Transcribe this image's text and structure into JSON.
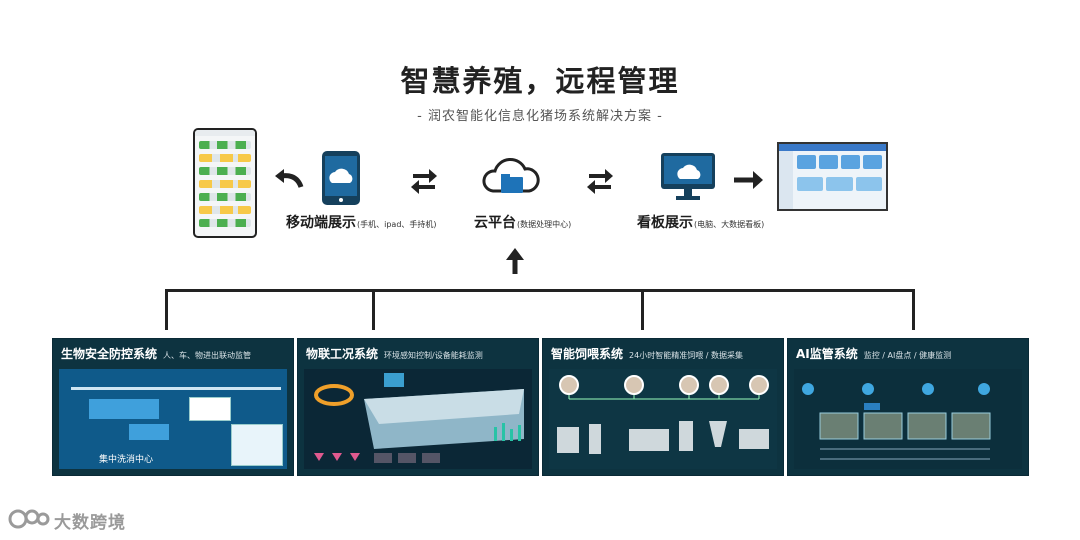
{
  "header": {
    "title": "智慧养殖，远程管理",
    "subtitle": "- 润农智能化信息化猪场系统解决方案 -"
  },
  "devices": [
    {
      "label": "移动端展示",
      "note": "(手机、ipad、手持机)",
      "icon": "smartphone-cloud-icon"
    },
    {
      "label": "云平台",
      "note": "(数据处理中心)",
      "icon": "cloud-folder-icon"
    },
    {
      "label": "看板展示",
      "note": "(电脑、大数据看板)",
      "icon": "monitor-cloud-icon"
    }
  ],
  "panels": [
    {
      "title": "生物安全防控系统",
      "subtitle": "人、车、物进出联动监管",
      "caption": "集中洗消中心"
    },
    {
      "title": "物联工况系统",
      "subtitle": "环境感知控制/设备能耗监测"
    },
    {
      "title": "智能饲喂系统",
      "subtitle": "24小时智能精准饲喂 / 数据采集"
    },
    {
      "title": "AI监管系统",
      "subtitle": "监控 / AI盘点 / 健康监测"
    }
  ],
  "watermark": "大数跨境",
  "colors": {
    "panel_bg": "#0d3340",
    "arrow": "#222222"
  }
}
